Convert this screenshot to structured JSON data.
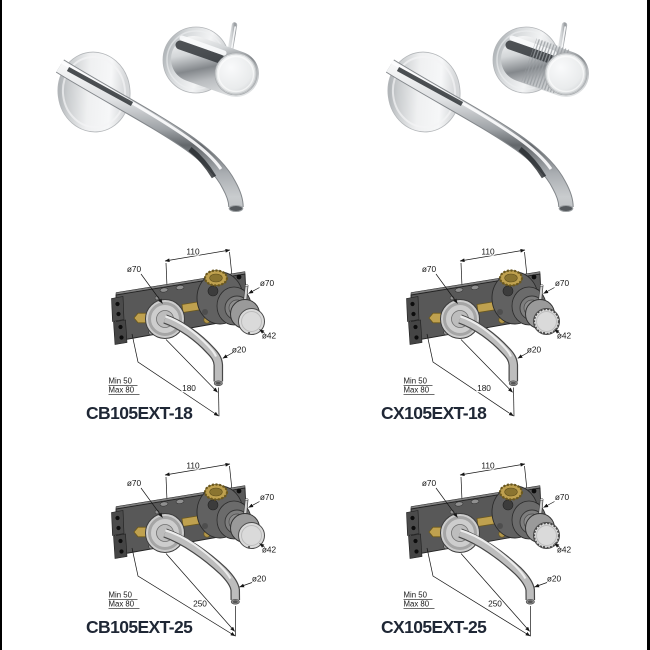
{
  "frame": {
    "background": "#ffffff",
    "border_color": "#000000"
  },
  "colors": {
    "product_code_text": "#1f2735",
    "dimension_text": "#161616",
    "brass": "#bfa14f",
    "mounting_plate_gray": "#585858",
    "escutcheon_gray": "#cdcdcd",
    "chrome_dark": "#55595d",
    "chrome_light": "#fdfdfe"
  },
  "photos": [
    {
      "description": "Chrome wall-mounted basin mixer with long curved spout on round wall plate and smooth round lever handle",
      "handle_texture": "smooth"
    },
    {
      "description": "Chrome wall-mounted basin mixer with long curved spout on round wall plate and knurled round lever handle",
      "handle_texture": "knurled"
    }
  ],
  "diagrams": [
    {
      "label": "CB105EXT-18",
      "spout_variant": "short",
      "dims": {
        "spacing": "110",
        "escutcheon_diameter": "ø70",
        "handle_diameter": "ø70",
        "handle_body_diameter": "ø42",
        "spout_diameter": "ø20",
        "spout_length": "180",
        "depth_min": "Min 50",
        "depth_max": "Max 80"
      }
    },
    {
      "label": "CX105EXT-18",
      "spout_variant": "short",
      "dims": {
        "spacing": "110",
        "escutcheon_diameter": "ø70",
        "handle_diameter": "ø70",
        "handle_body_diameter": "ø42",
        "spout_diameter": "ø20",
        "spout_length": "180",
        "depth_min": "Min 50",
        "depth_max": "Max 80"
      }
    },
    {
      "label": "CB105EXT-25",
      "spout_variant": "long",
      "dims": {
        "spacing": "110",
        "escutcheon_diameter": "ø70",
        "handle_diameter": "ø70",
        "handle_body_diameter": "ø42",
        "spout_diameter": "ø20",
        "spout_length": "250",
        "depth_min": "Min 50",
        "depth_max": "Max 80"
      }
    },
    {
      "label": "CX105EXT-25",
      "spout_variant": "long",
      "dims": {
        "spacing": "110",
        "escutcheon_diameter": "ø70",
        "handle_diameter": "ø70",
        "handle_body_diameter": "ø42",
        "spout_diameter": "ø20",
        "spout_length": "250",
        "depth_min": "Min 50",
        "depth_max": "Max 80"
      }
    }
  ]
}
